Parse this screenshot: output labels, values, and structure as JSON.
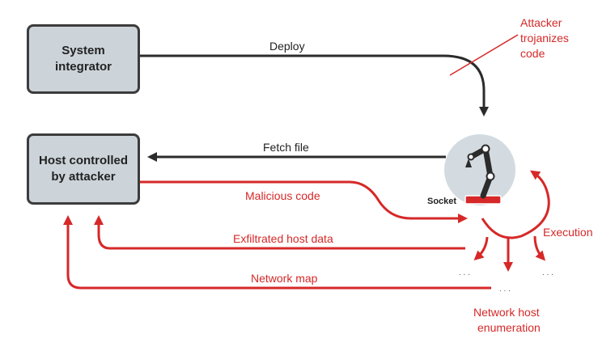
{
  "nodes": {
    "system_integrator": [
      "System",
      "integrator"
    ],
    "host_attacker": [
      "Host controlled",
      "by attacker"
    ],
    "socket": "Socket"
  },
  "edges": {
    "deploy": "Deploy",
    "fetch_file": "Fetch file",
    "malicious_code": "Malicious code",
    "exfiltrated": "Exfiltrated host data",
    "network_map": "Network map"
  },
  "annotations": {
    "attacker": [
      "Attacker",
      "trojanizes",
      "code"
    ],
    "execution": "Execution",
    "enumeration": [
      "Network host",
      "enumeration"
    ],
    "ellipsis": ". . ."
  },
  "colors": {
    "red": "#d62828",
    "dark": "#2b2b2b",
    "box_fill": "#ccd4da",
    "robot_bg": "#d3dbe1"
  },
  "icons": {
    "robot": "robot-arm-icon"
  }
}
